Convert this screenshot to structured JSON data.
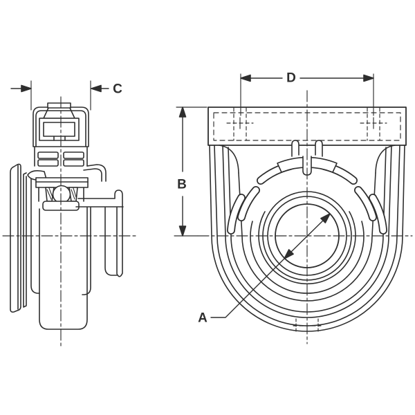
{
  "drawing": {
    "kind": "bearing-hanger-unit-orthographic-views",
    "labels": {
      "a": "A",
      "b": "B",
      "c": "C",
      "d": "D"
    },
    "colors": {
      "line": "#2e2e2e",
      "background": "#ffffff"
    }
  }
}
